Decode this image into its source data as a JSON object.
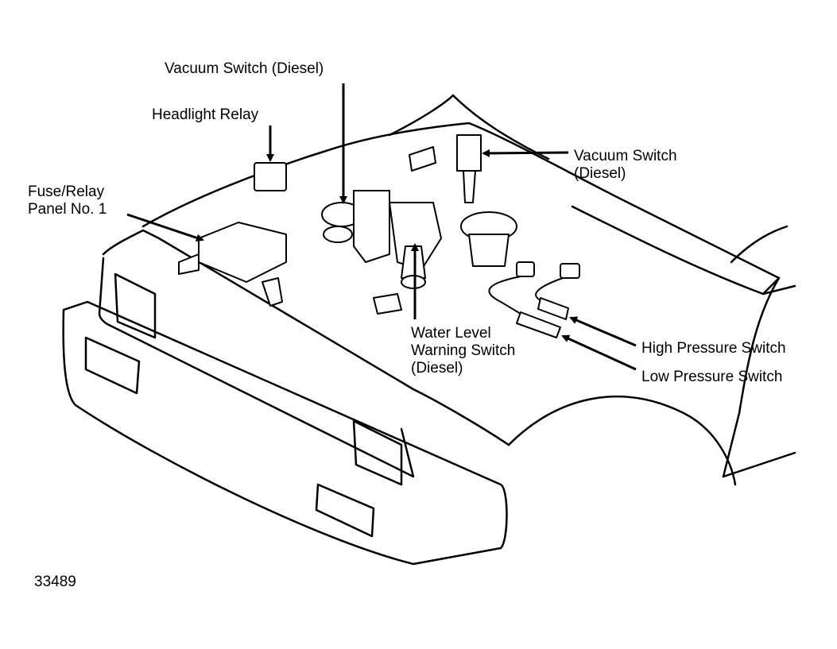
{
  "labels": {
    "vacuum_switch_top": "Vacuum Switch (Diesel)",
    "headlight_relay": "Headlight Relay",
    "fuse_relay_panel": [
      "Fuse/Relay",
      "Panel No. 1"
    ],
    "vacuum_switch_right": [
      "Vacuum Switch",
      "(Diesel)"
    ],
    "water_level": [
      "Water Level",
      "Warning Switch",
      "(Diesel)"
    ],
    "high_pressure": "High Pressure Switch",
    "low_pressure": "Low Pressure Switch"
  },
  "figure_number": "33489"
}
